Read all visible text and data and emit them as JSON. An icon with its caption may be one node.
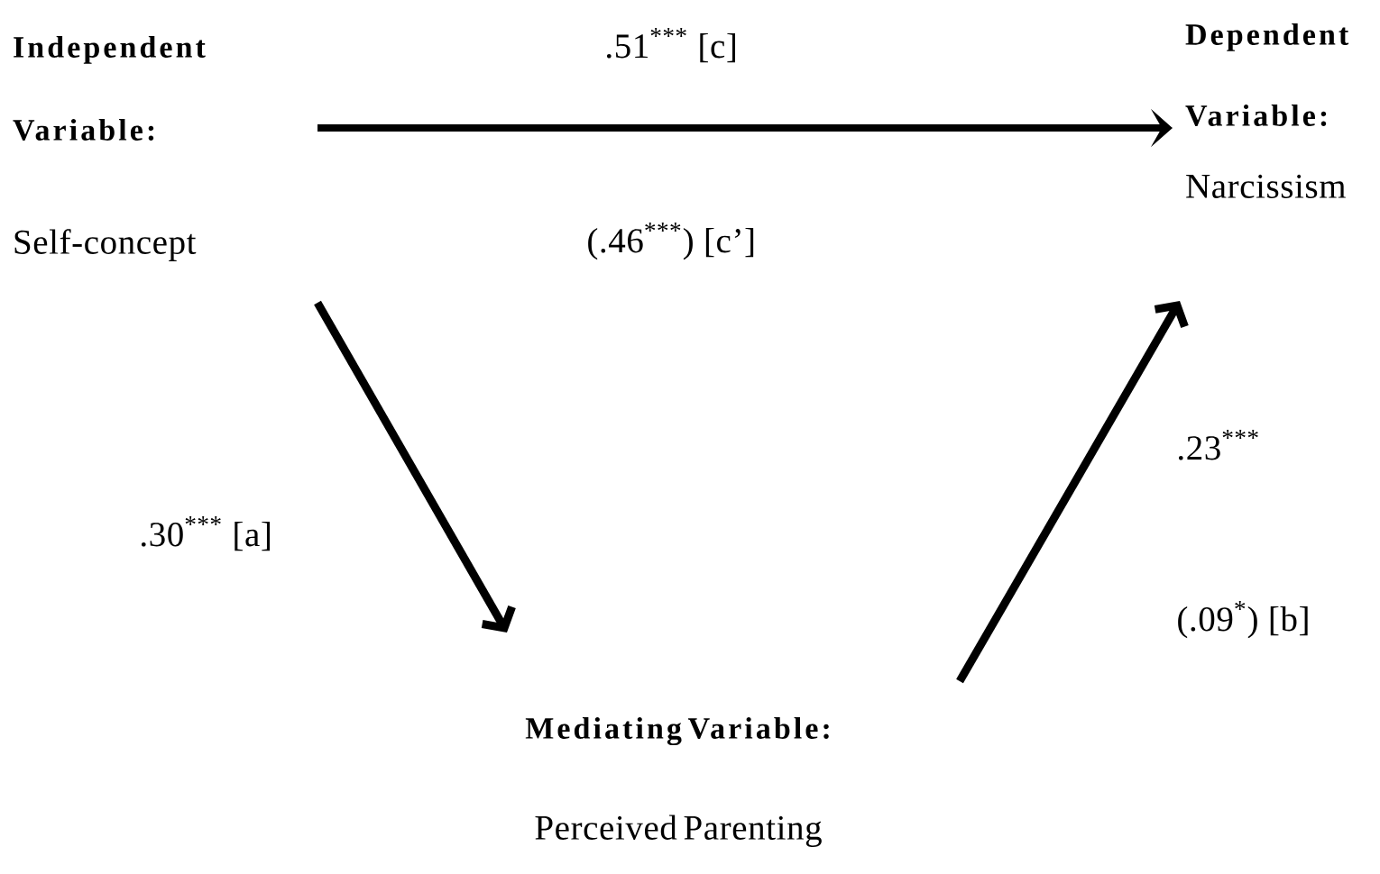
{
  "diagram": {
    "nodes": [
      {
        "text": [
          "Independent Variable:",
          "Self-concept"
        ]
      },
      {
        "text": [
          "Dependent Variable:",
          "Narcissism"
        ]
      },
      {
        "text": [
          "Mediating Variable:",
          "Perceived Parenting"
        ]
      }
    ],
    "edges": [
      {
        "from": 0,
        "to": 1,
        "arrow": "to",
        "label": ".51$^{***}$ [c]"
      },
      {
        "from": 0,
        "to": 2,
        "arrow": "to",
        "label": ".30$^{***}$ [a]"
      },
      {
        "from": 2,
        "to": 1,
        "arrow": "to",
        "label": ".23$^{***}$"
      }
    ],
    "labels": [
      "(.46$^{***}$) [c’]",
      "(.09$^{*}$) [b]"
    ]
  }
}
